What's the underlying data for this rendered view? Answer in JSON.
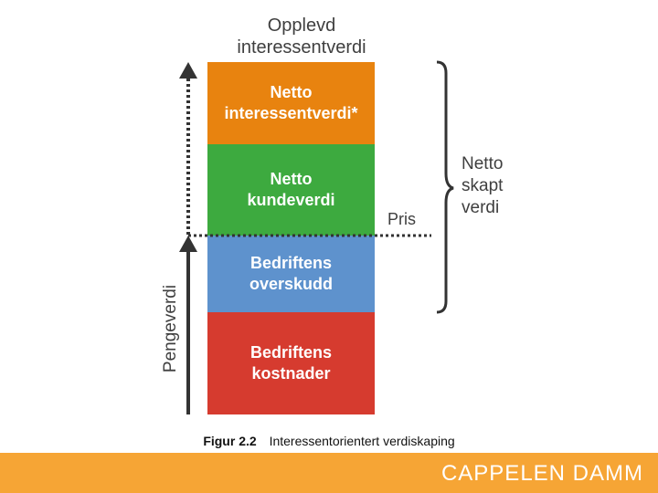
{
  "diagram": {
    "top_label": "Opplevd\ninteressentverdi",
    "blocks": [
      {
        "id": "netto-interessentverdi",
        "label": "Netto\ninteressentverdi*",
        "color": "#e8830f"
      },
      {
        "id": "netto-kundeverdi",
        "label": "Netto\nkundeverdi",
        "color": "#3daa3f"
      },
      {
        "id": "bedriftens-overskudd",
        "label": "Bedriftens\noverskudd",
        "color": "#5e92cd"
      },
      {
        "id": "bedriftens-kostnader",
        "label": "Bedriftens\nkostnader",
        "color": "#d63b2f"
      }
    ],
    "pris_label": "Pris",
    "bracket_label": "Netto\nskapt\nverdi",
    "vertical_axis_label": "Pengeverdi"
  },
  "caption": {
    "number": "Figur 2.2",
    "text": "Interessentorientert verdiskaping"
  },
  "footer": {
    "brand": "CAPPELEN DAMM",
    "color": "#f6a535"
  }
}
